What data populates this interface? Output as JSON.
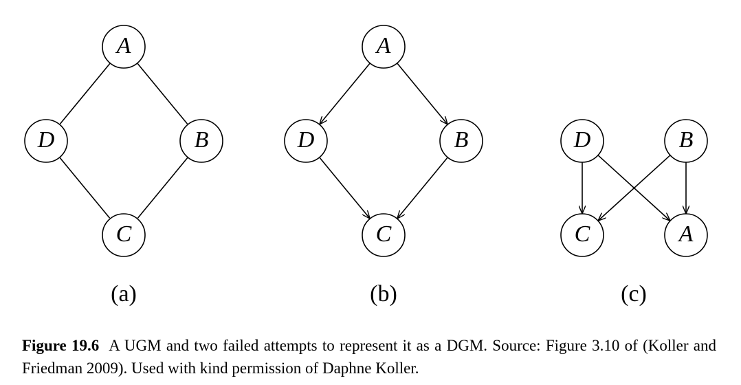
{
  "panels": [
    {
      "label": "(a)",
      "nodes": [
        "A",
        "D",
        "B",
        "C"
      ],
      "edges": [
        {
          "from": "A",
          "to": "D",
          "directed": false
        },
        {
          "from": "A",
          "to": "B",
          "directed": false
        },
        {
          "from": "D",
          "to": "C",
          "directed": false
        },
        {
          "from": "B",
          "to": "C",
          "directed": false
        }
      ]
    },
    {
      "label": "(b)",
      "nodes": [
        "A",
        "D",
        "B",
        "C"
      ],
      "edges": [
        {
          "from": "A",
          "to": "D",
          "directed": true
        },
        {
          "from": "A",
          "to": "B",
          "directed": true
        },
        {
          "from": "D",
          "to": "C",
          "directed": true
        },
        {
          "from": "B",
          "to": "C",
          "directed": true
        }
      ]
    },
    {
      "label": "(c)",
      "nodes": [
        "D",
        "B",
        "C",
        "A"
      ],
      "edges": [
        {
          "from": "D",
          "to": "C",
          "directed": true
        },
        {
          "from": "D",
          "to": "A",
          "directed": true
        },
        {
          "from": "B",
          "to": "C",
          "directed": true
        },
        {
          "from": "B",
          "to": "A",
          "directed": true
        }
      ]
    }
  ],
  "caption": {
    "figure_number": "Figure 19.6",
    "text": "A UGM and two failed attempts to represent it as a DGM. Source: Figure 3.10 of (Koller and Friedman 2009). Used with kind permission of Daphne Koller."
  }
}
